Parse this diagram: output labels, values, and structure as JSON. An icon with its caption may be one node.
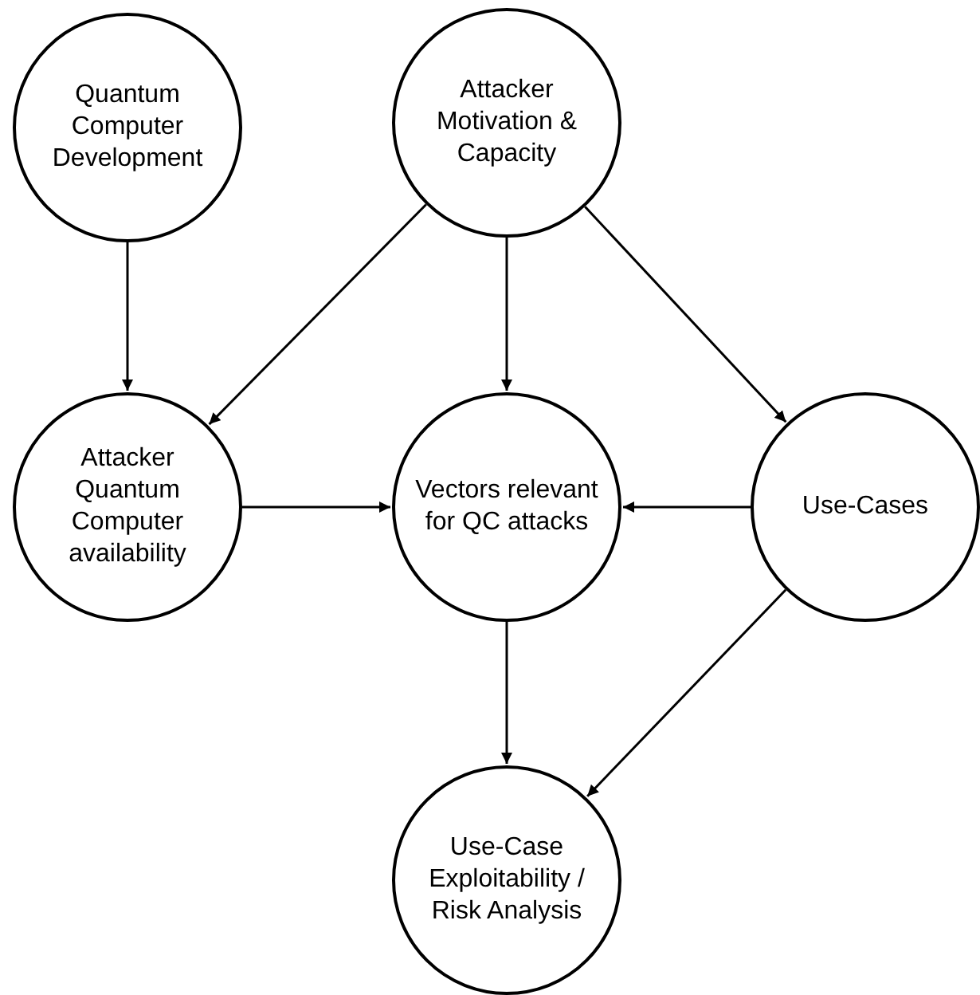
{
  "diagram": {
    "nodes": [
      {
        "text": [
          "Quantum Computer Development"
        ]
      },
      {
        "text": [
          "Attacker Motivation & Capacity"
        ]
      },
      {
        "text": [
          "Attacker Quantum Computer availability"
        ]
      },
      {
        "text": [
          "Vectors relevant for QC attacks"
        ]
      },
      {
        "text": [
          "Use-Cases"
        ]
      },
      {
        "text": [
          "Use-Case Exploitability / Risk Analysis"
        ]
      }
    ],
    "edges": [
      {
        "from": 0,
        "to": 2,
        "arrow": "to"
      },
      {
        "from": 1,
        "to": 2,
        "arrow": "to"
      },
      {
        "from": 1,
        "to": 3,
        "arrow": "to"
      },
      {
        "from": 1,
        "to": 4,
        "arrow": "to"
      },
      {
        "from": 2,
        "to": 3,
        "arrow": "to"
      },
      {
        "from": 4,
        "to": 3,
        "arrow": "to"
      },
      {
        "from": 3,
        "to": 5,
        "arrow": "to"
      },
      {
        "from": 4,
        "to": 5,
        "arrow": "to"
      }
    ]
  }
}
